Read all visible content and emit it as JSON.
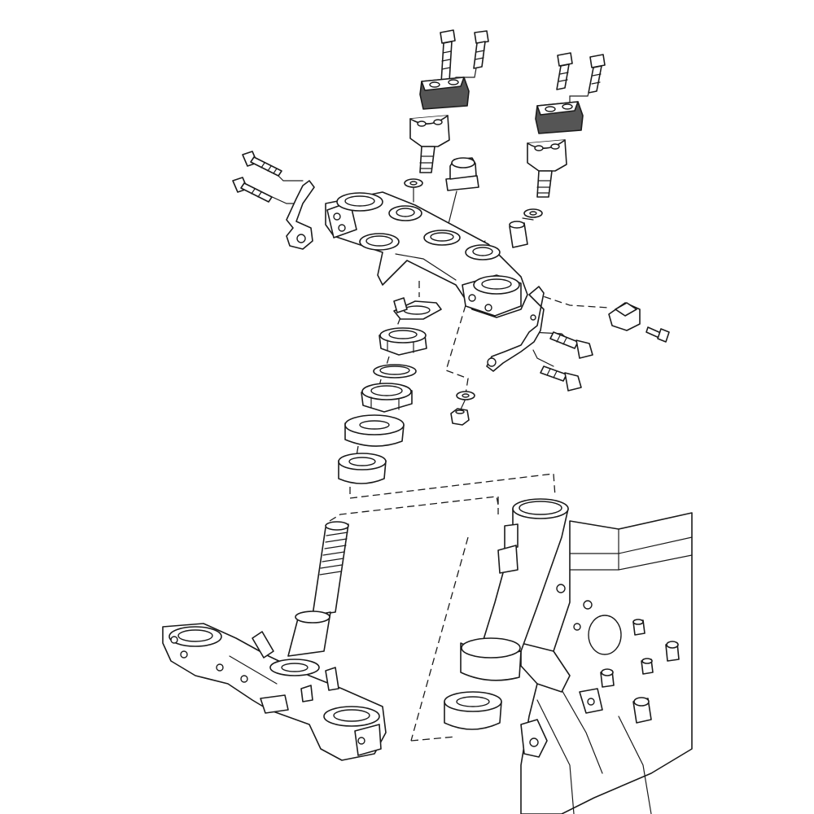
{
  "diagram": {
    "colors": {
      "line": "#1a1a1a",
      "background": "#ffffff",
      "clamp_shade": "#555555"
    },
    "parts": [
      "handlebar-clamp-bolt",
      "upper-handlebar-clamp",
      "lower-handlebar-holder",
      "washer",
      "steering-stem-nut",
      "upper-triple-clamp",
      "pinch-bolt",
      "cable-guide-bracket",
      "bushing",
      "wire-clip",
      "lock-washer",
      "upper-ring-nut",
      "rubber-washer",
      "lower-ring-nut",
      "bearing-cover",
      "upper-bearing",
      "lower-bearing",
      "steering-stem",
      "lower-triple-clamp",
      "frame-head-tube"
    ]
  }
}
